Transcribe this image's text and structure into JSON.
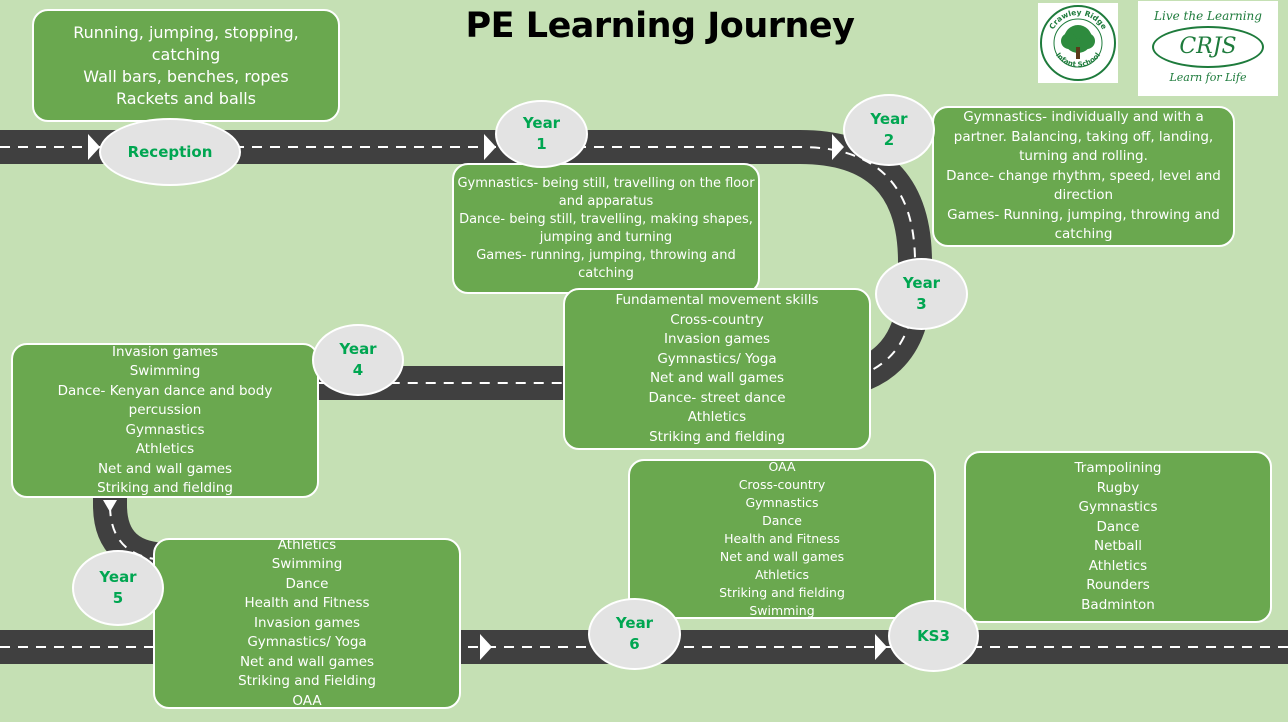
{
  "title": "PE Learning Journey",
  "stages": {
    "reception": {
      "label": "Reception"
    },
    "year1": {
      "line1": "Year",
      "line2": "1"
    },
    "year2": {
      "line1": "Year",
      "line2": "2"
    },
    "year3": {
      "line1": "Year",
      "line2": "3"
    },
    "year4": {
      "line1": "Year",
      "line2": "4"
    },
    "year5": {
      "line1": "Year",
      "line2": "5"
    },
    "year6": {
      "line1": "Year",
      "line2": "6"
    },
    "ks3": {
      "label": "KS3"
    }
  },
  "boxes": {
    "reception": [
      "Running, jumping, stopping,",
      "catching",
      "Wall bars, benches, ropes",
      "Rackets and balls"
    ],
    "year1": [
      "Gymnastics- being still, travelling on the floor",
      "and apparatus",
      "Dance- being still, travelling, making shapes,",
      "jumping and turning",
      "Games- running, jumping, throwing and",
      "catching"
    ],
    "year2": [
      "Gymnastics- individually and with a",
      "partner. Balancing, taking off, landing,",
      "turning and rolling.",
      "Dance- change rhythm, speed, level and",
      "direction",
      "Games- Running, jumping, throwing and",
      "catching"
    ],
    "year3": [
      "Fundamental movement skills",
      "Cross-country",
      "Invasion games",
      "Gymnastics/ Yoga",
      "Net and wall games",
      "Dance- street dance",
      "Athletics",
      "Striking and fielding"
    ],
    "year4": [
      "Invasion games",
      "Swimming",
      "Dance- Kenyan dance and body",
      "percussion",
      "Gymnastics",
      "Athletics",
      "Net and wall games",
      "Striking and fielding"
    ],
    "year5": [
      "Athletics",
      "Swimming",
      "Dance",
      "Health and Fitness",
      "Invasion games",
      "Gymnastics/ Yoga",
      "Net and wall games",
      "Striking and Fielding",
      "OAA"
    ],
    "year6": [
      "OAA",
      "Cross-country",
      "Gymnastics",
      "Dance",
      "Health and Fitness",
      "Net and wall games",
      "Athletics",
      "Striking and fielding",
      "Swimming"
    ],
    "ks3": [
      "Trampolining",
      "Rugby",
      "Gymnastics",
      "Dance",
      "Netball",
      "Athletics",
      "Rounders",
      "Badminton"
    ]
  },
  "logos": {
    "infant_school": {
      "name": "Crawley Ridge Infant School"
    },
    "crjs": {
      "top": "Live the Learning",
      "name": "CRJS",
      "bottom": "Learn for Life"
    }
  },
  "colors": {
    "background": "#c5e0b4",
    "box": "#6aa84f",
    "road": "#404040",
    "label": "#00a651"
  }
}
